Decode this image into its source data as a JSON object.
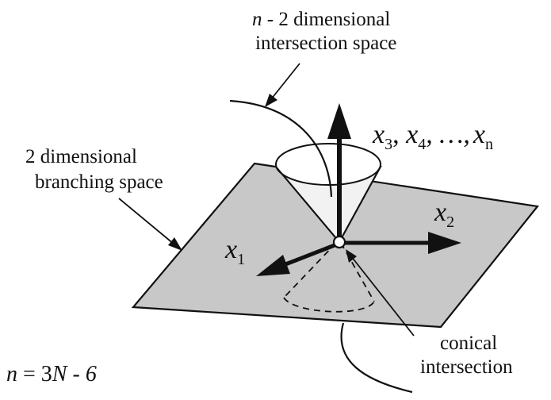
{
  "labels": {
    "intersection_space_line1_var": "n",
    "intersection_space_line1_rest": " - 2 dimensional",
    "intersection_space_line2": "intersection space",
    "branching_space_line1": "2 dimensional",
    "branching_space_line2": "branching space",
    "conical_line1": "conical",
    "conical_line2": "intersection"
  },
  "axes": {
    "x1": {
      "var": "x",
      "sub": "1"
    },
    "x2": {
      "var": "x",
      "sub": "2"
    },
    "x_rest": {
      "x3_var": "x",
      "x3_sub": "3",
      "x4_var": "x",
      "x4_sub": "4",
      "ellipsis": ", …,",
      "xn_var": "x",
      "xn_sub": "n"
    }
  },
  "equation": {
    "n": "n",
    "equals_3": " = 3",
    "N": "N",
    "minus": " - ",
    "six": "6"
  },
  "colors": {
    "plane": "#c8c8c8",
    "cone": "#f2f2f2",
    "ink": "#111111"
  }
}
